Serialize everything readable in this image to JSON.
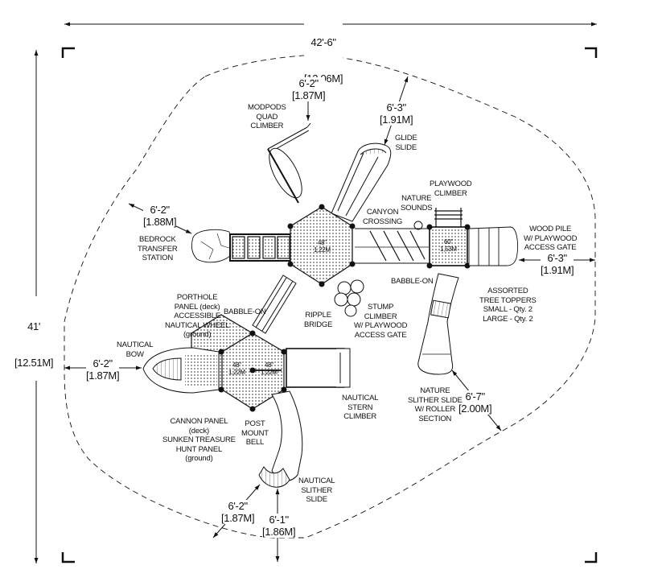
{
  "overall_dimensions": {
    "width": {
      "imperial": "42'-6\"",
      "metric": "[12.96M]"
    },
    "depth": {
      "imperial": "41'",
      "metric": "[12.51M]"
    }
  },
  "clearance_dimensions": [
    {
      "id": "modpods",
      "imperial": "6'-2\"",
      "metric": "[1.87M]"
    },
    {
      "id": "glide-slide",
      "imperial": "6'-3\"",
      "metric": "[1.91M]"
    },
    {
      "id": "bedrock",
      "imperial": "6'-2\"",
      "metric": "[1.88M]"
    },
    {
      "id": "wood-pile",
      "imperial": "6'-3\"",
      "metric": "[1.91M]"
    },
    {
      "id": "nautical-bow",
      "imperial": "6'-2\"",
      "metric": "[1.87M]"
    },
    {
      "id": "nature-slither",
      "imperial": "6'-7\"",
      "metric": "[2.00M]"
    },
    {
      "id": "nautical-slither-left",
      "imperial": "6'-2\"",
      "metric": "[1.87M]"
    },
    {
      "id": "nautical-slither-bottom",
      "imperial": "6'-1\"",
      "metric": "[1.86M]"
    }
  ],
  "deck_labels": [
    {
      "id": "upper-hex",
      "imperial": "48\"",
      "metric": "1,22M"
    },
    {
      "id": "square-deck",
      "imperial": "60\"",
      "metric": "1,53M"
    },
    {
      "id": "lower-left-hex",
      "imperial": "48\"",
      "metric": "1,22M"
    },
    {
      "id": "lower-right-hex",
      "imperial": "48\"",
      "metric": "1,22M"
    }
  ],
  "components": [
    {
      "id": "modpods",
      "label": "MODPODS\nQUAD\nCLIMBER"
    },
    {
      "id": "glide-slide",
      "label": "GLIDE\nSLIDE"
    },
    {
      "id": "playwood-climber",
      "label": "PLAYWOOD\nCLIMBER"
    },
    {
      "id": "nature-sounds",
      "label": "NATURE\nSOUNDS"
    },
    {
      "id": "canyon-crossing",
      "label": "CANYON\nCROSSING"
    },
    {
      "id": "bedrock",
      "label": "BEDROCK\nTRANSFER\nSTATION"
    },
    {
      "id": "wood-pile",
      "label": "WOOD PILE\nW/ PLAYWOOD\nACCESS GATE"
    },
    {
      "id": "babble-on-upper",
      "label": "BABBLE-ON"
    },
    {
      "id": "tree-toppers",
      "label": "ASSORTED\nTREE TOPPERS\nSMALL - Qty. 2\nLARGE - Qty. 2"
    },
    {
      "id": "porthole",
      "label": "PORTHOLE\nPANEL (deck)\nACCESSIBLE\nNAUTICAL WHEEL\n(ground)"
    },
    {
      "id": "babble-on-lower",
      "label": "BABBLE-ON"
    },
    {
      "id": "ripple-bridge",
      "label": "RIPPLE\nBRIDGE"
    },
    {
      "id": "stump-climber",
      "label": "STUMP\nCLIMBER\nW/ PLAYWOOD\nACCESS GATE"
    },
    {
      "id": "nautical-bow",
      "label": "NAUTICAL\nBOW"
    },
    {
      "id": "nautical-stern",
      "label": "NAUTICAL\nSTERN\nCLIMBER"
    },
    {
      "id": "nature-slither",
      "label": "NATURE\nSLITHER SLIDE\nW/ ROLLER\nSECTION"
    },
    {
      "id": "cannon-panel",
      "label": "CANNON PANEL\n(deck)\nSUNKEN TREASURE\nHUNT PANEL\n(ground)"
    },
    {
      "id": "post-mount-bell",
      "label": "POST\nMOUNT\nBELL"
    },
    {
      "id": "nautical-slither",
      "label": "NAUTICAL\nSLITHER\nSLIDE"
    }
  ],
  "colors": {
    "line": "#111111",
    "background": "#ffffff",
    "fill": "#e9e9e9"
  }
}
